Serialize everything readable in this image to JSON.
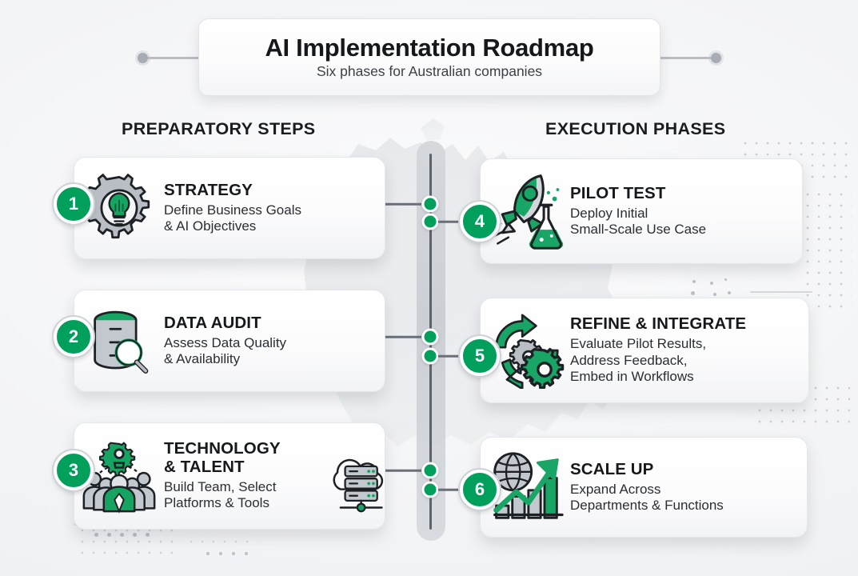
{
  "header": {
    "title": "AI Implementation Roadmap",
    "subtitle": "Six phases for Australian companies"
  },
  "sections": {
    "left_label": "PREPARATORY STEPS",
    "right_label": "EXECUTION PHASES"
  },
  "colors": {
    "accent_green": "#00a05c",
    "icon_gray": "#a9aeb4",
    "text_dark": "#16181b",
    "background": "#f3f4f6",
    "spine_gray": "#ccd0d5"
  },
  "steps": [
    {
      "number": "1",
      "title": "STRATEGY",
      "desc_lines": [
        "Define Business Goals",
        "& AI Objectives"
      ],
      "icon": "gear-lightbulb-icon",
      "column": "left"
    },
    {
      "number": "2",
      "title": "DATA AUDIT",
      "desc_lines": [
        "Assess Data Quality",
        "& Availability"
      ],
      "icon": "database-magnifier-icon",
      "column": "left"
    },
    {
      "number": "3",
      "title": "TECHNOLOGY & TALENT",
      "title_lines": [
        "TECHNOLOGY",
        "& TALENT"
      ],
      "desc_lines": [
        "Build Team, Select",
        "Platforms & Tools"
      ],
      "icon": "team-gear-idea-icon",
      "secondary_icon": "cloud-server-icon",
      "column": "left"
    },
    {
      "number": "4",
      "title": "PILOT TEST",
      "desc_lines": [
        "Deploy Initial",
        "Small-Scale Use Case"
      ],
      "icon": "rocket-flask-icon",
      "column": "right"
    },
    {
      "number": "5",
      "title": "REFINE & INTEGRATE",
      "desc_lines": [
        "Evaluate Pilot Results,",
        "Address Feedback,",
        "Embed in Workflows"
      ],
      "icon": "cycle-gears-icon",
      "column": "right"
    },
    {
      "number": "6",
      "title": "SCALE UP",
      "desc_lines": [
        "Expand Across",
        "Departments & Functions"
      ],
      "icon": "globe-growth-chart-icon",
      "column": "right"
    }
  ],
  "background": {
    "map": "australia-map-silhouette"
  }
}
